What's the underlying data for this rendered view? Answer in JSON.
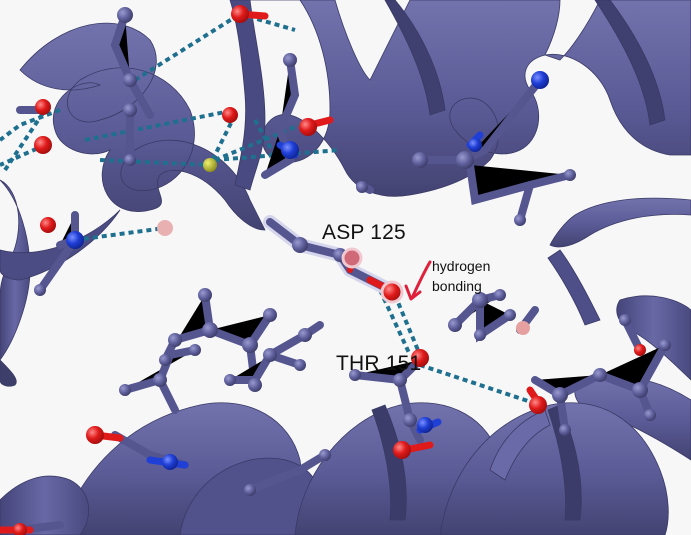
{
  "labels": {
    "residue_1": "ASP 125",
    "residue_2": "THR 151",
    "annotation_line_1": "hydrogen",
    "annotation_line_2": "bonding"
  },
  "colors": {
    "background": "#f7f7f8",
    "ribbon": "#5a5a96",
    "ribbon_dark": "#42426f",
    "ribbon_light": "#7a7ab5",
    "oxygen": "#e01a1a",
    "nitrogen": "#1f3fd6",
    "sulfur": "#b8b828",
    "hbond": "#1f6f8f",
    "annotation_arrow": "#e0203a",
    "highlight": "#c9c9e6"
  },
  "icons": {
    "annotation": "hand-drawn-arrow-icon"
  }
}
